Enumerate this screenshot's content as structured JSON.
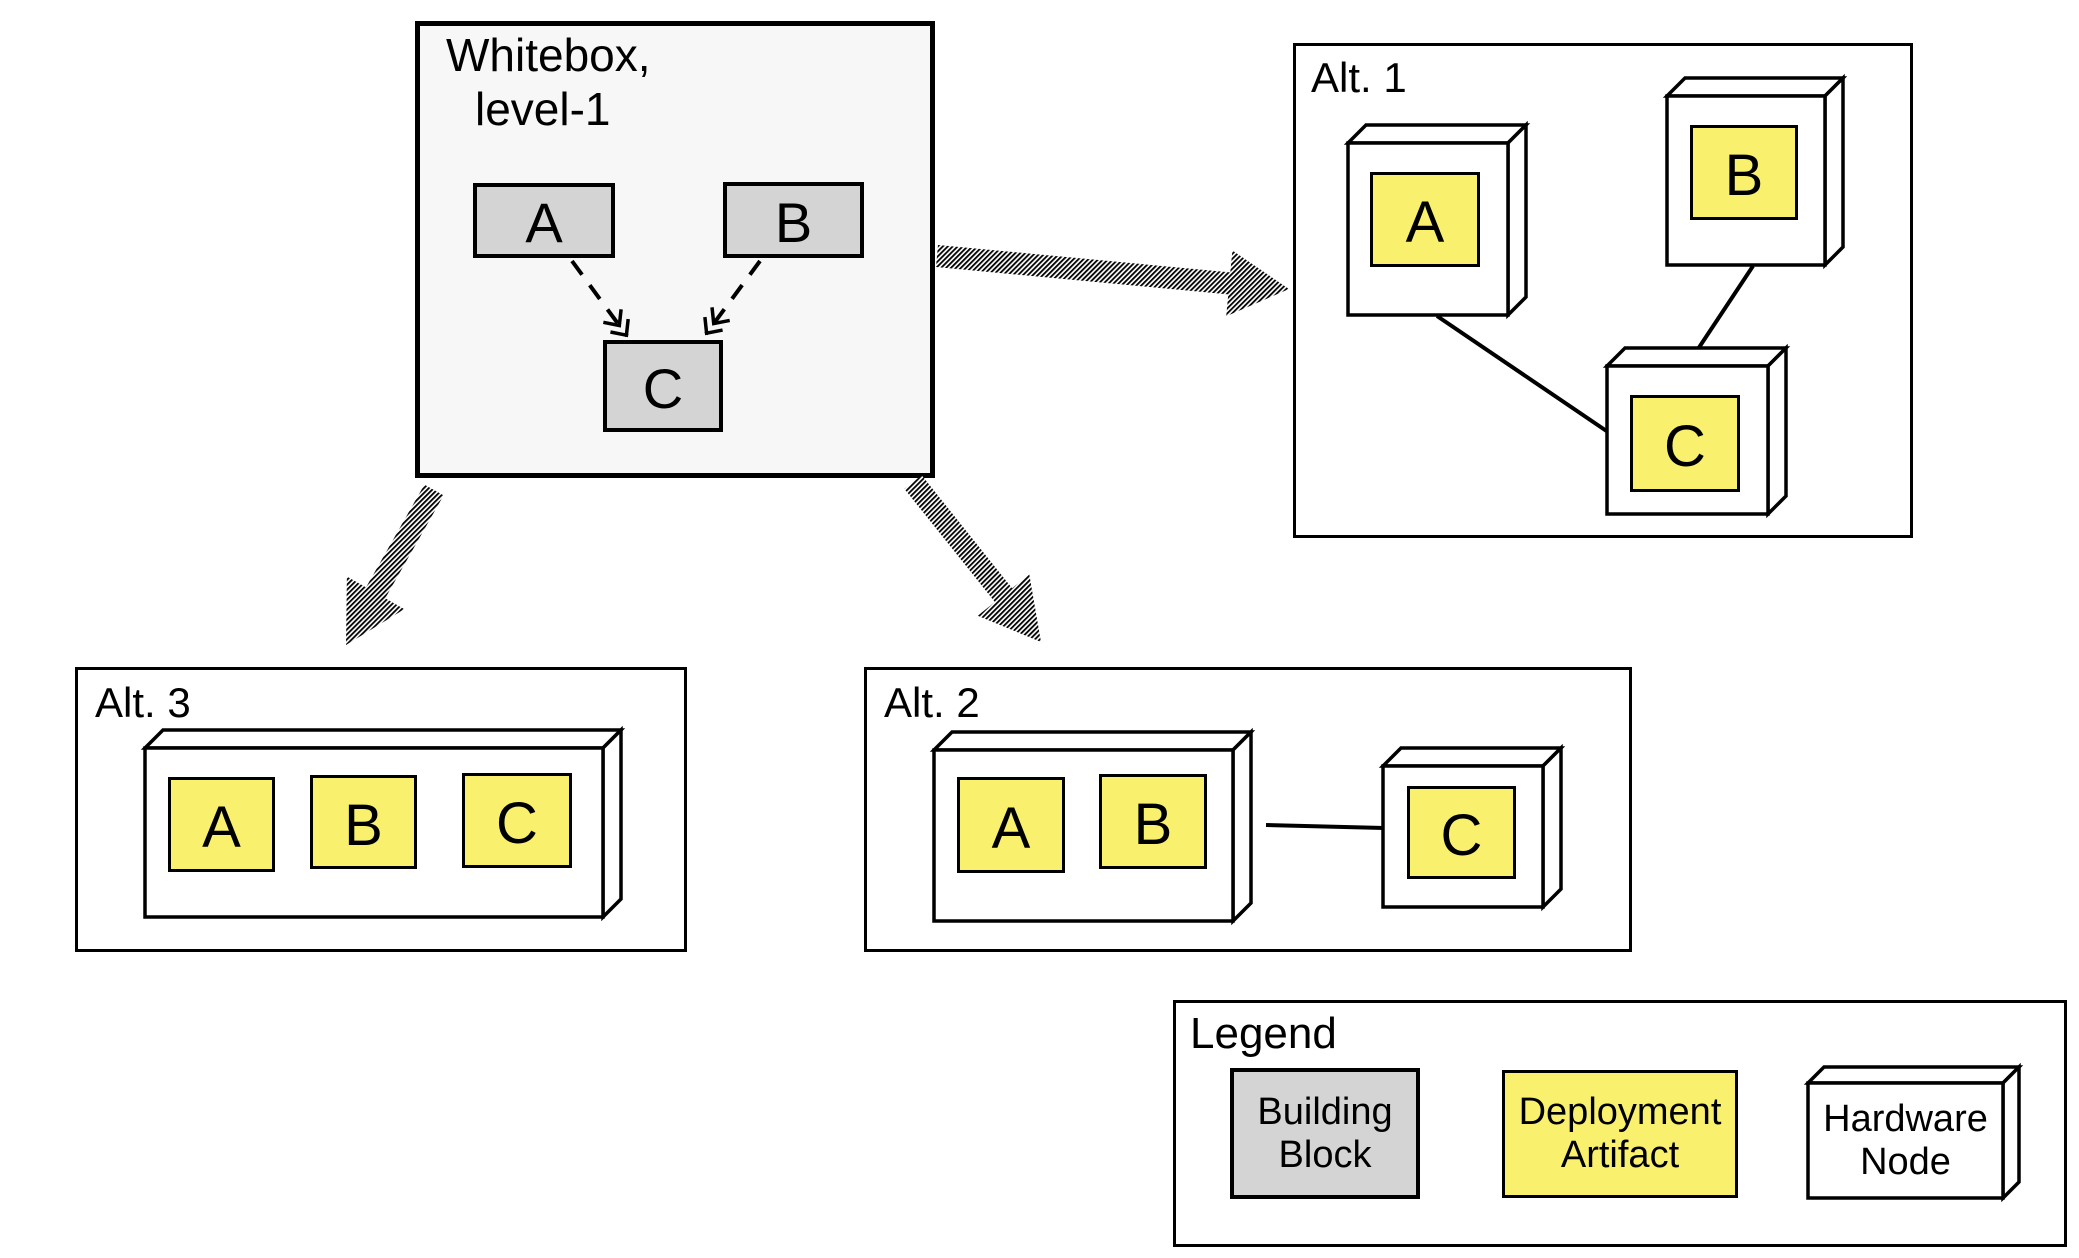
{
  "whitebox": {
    "title_line1": "Whitebox,",
    "title_line2": "level-1",
    "blocks": {
      "a": "A",
      "b": "B",
      "c": "C"
    }
  },
  "alternatives": {
    "alt1": {
      "title": "Alt. 1",
      "artifacts": {
        "a": "A",
        "b": "B",
        "c": "C"
      }
    },
    "alt2": {
      "title": "Alt. 2",
      "artifacts": {
        "a": "A",
        "b": "B",
        "c": "C"
      }
    },
    "alt3": {
      "title": "Alt. 3",
      "artifacts": {
        "a": "A",
        "b": "B",
        "c": "C"
      }
    }
  },
  "legend": {
    "title": "Legend",
    "building_block_line1": "Building",
    "building_block_line2": "Block",
    "deployment_artifact_line1": "Deployment",
    "deployment_artifact_line2": "Artifact",
    "hardware_node_line1": "Hardware",
    "hardware_node_line2": "Node"
  },
  "colors": {
    "outline": "#000000",
    "building_block_fill": "#d4d4d4",
    "deployment_artifact_fill": "#f9f06e",
    "whitebox_fill": "#f7f7f7",
    "panel_fill": "#ffffff"
  }
}
